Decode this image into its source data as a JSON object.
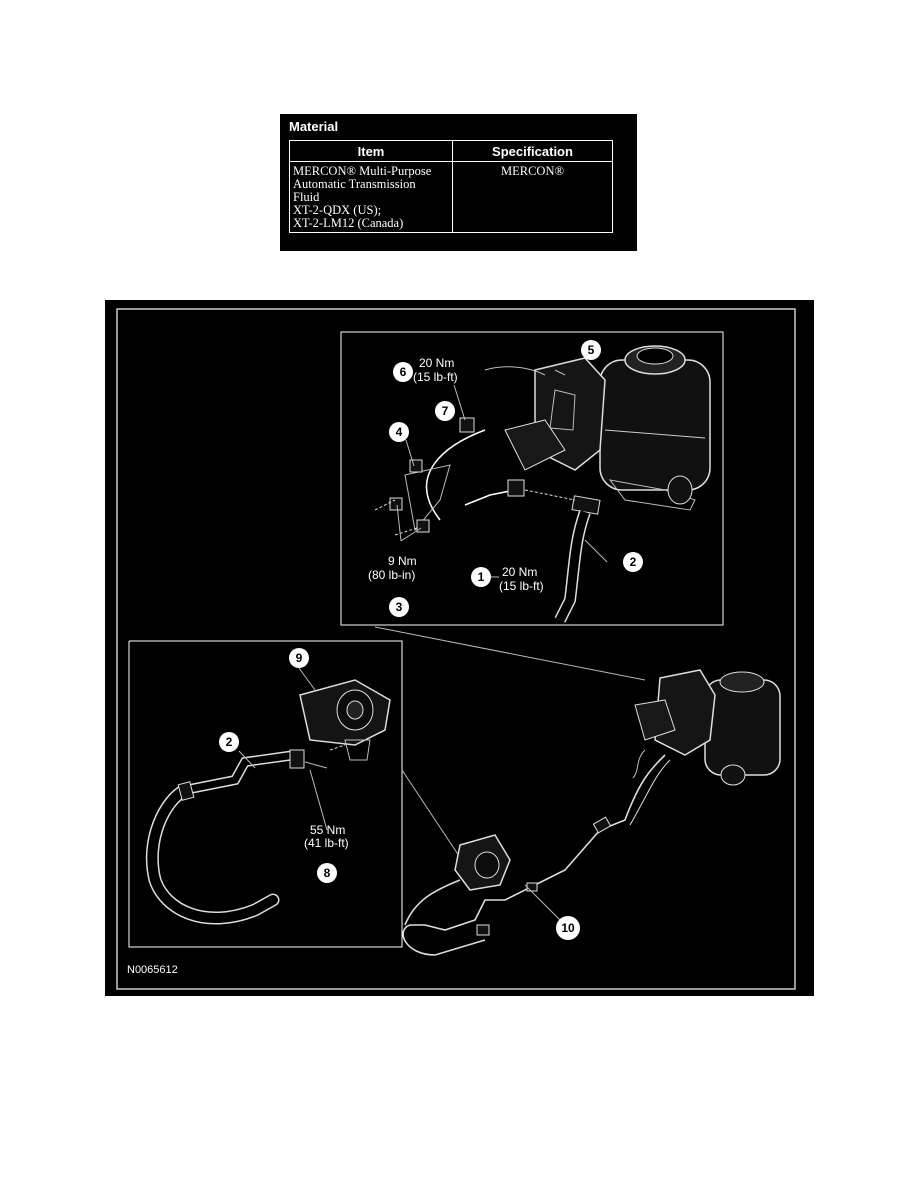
{
  "material": {
    "title": "Material",
    "headers": [
      "Item",
      "Specification"
    ],
    "item_lines": [
      "MERCON® Multi-Purpose",
      "Automatic Transmission",
      "Fluid",
      "XT-2-QDX (US);",
      "XT-2-LM12 (Canada)"
    ],
    "specification": "MERCON®"
  },
  "figure": {
    "id": "N0065612",
    "callouts": {
      "c1": "1",
      "c2": "2",
      "c2b": "2",
      "c3": "3",
      "c4": "4",
      "c5": "5",
      "c6": "6",
      "c7": "7",
      "c8": "8",
      "c9": "9",
      "c10": "10"
    },
    "torque": {
      "t6_nm": "20 Nm",
      "t6_lb": "(15 lb-ft)",
      "t3_nm": "9 Nm",
      "t3_lb": "(80 lb-in)",
      "t1_nm": "20 Nm",
      "t1_lb": "(15 lb-ft)",
      "t8_nm": "55 Nm",
      "t8_lb": "(41 lb-ft)"
    }
  }
}
